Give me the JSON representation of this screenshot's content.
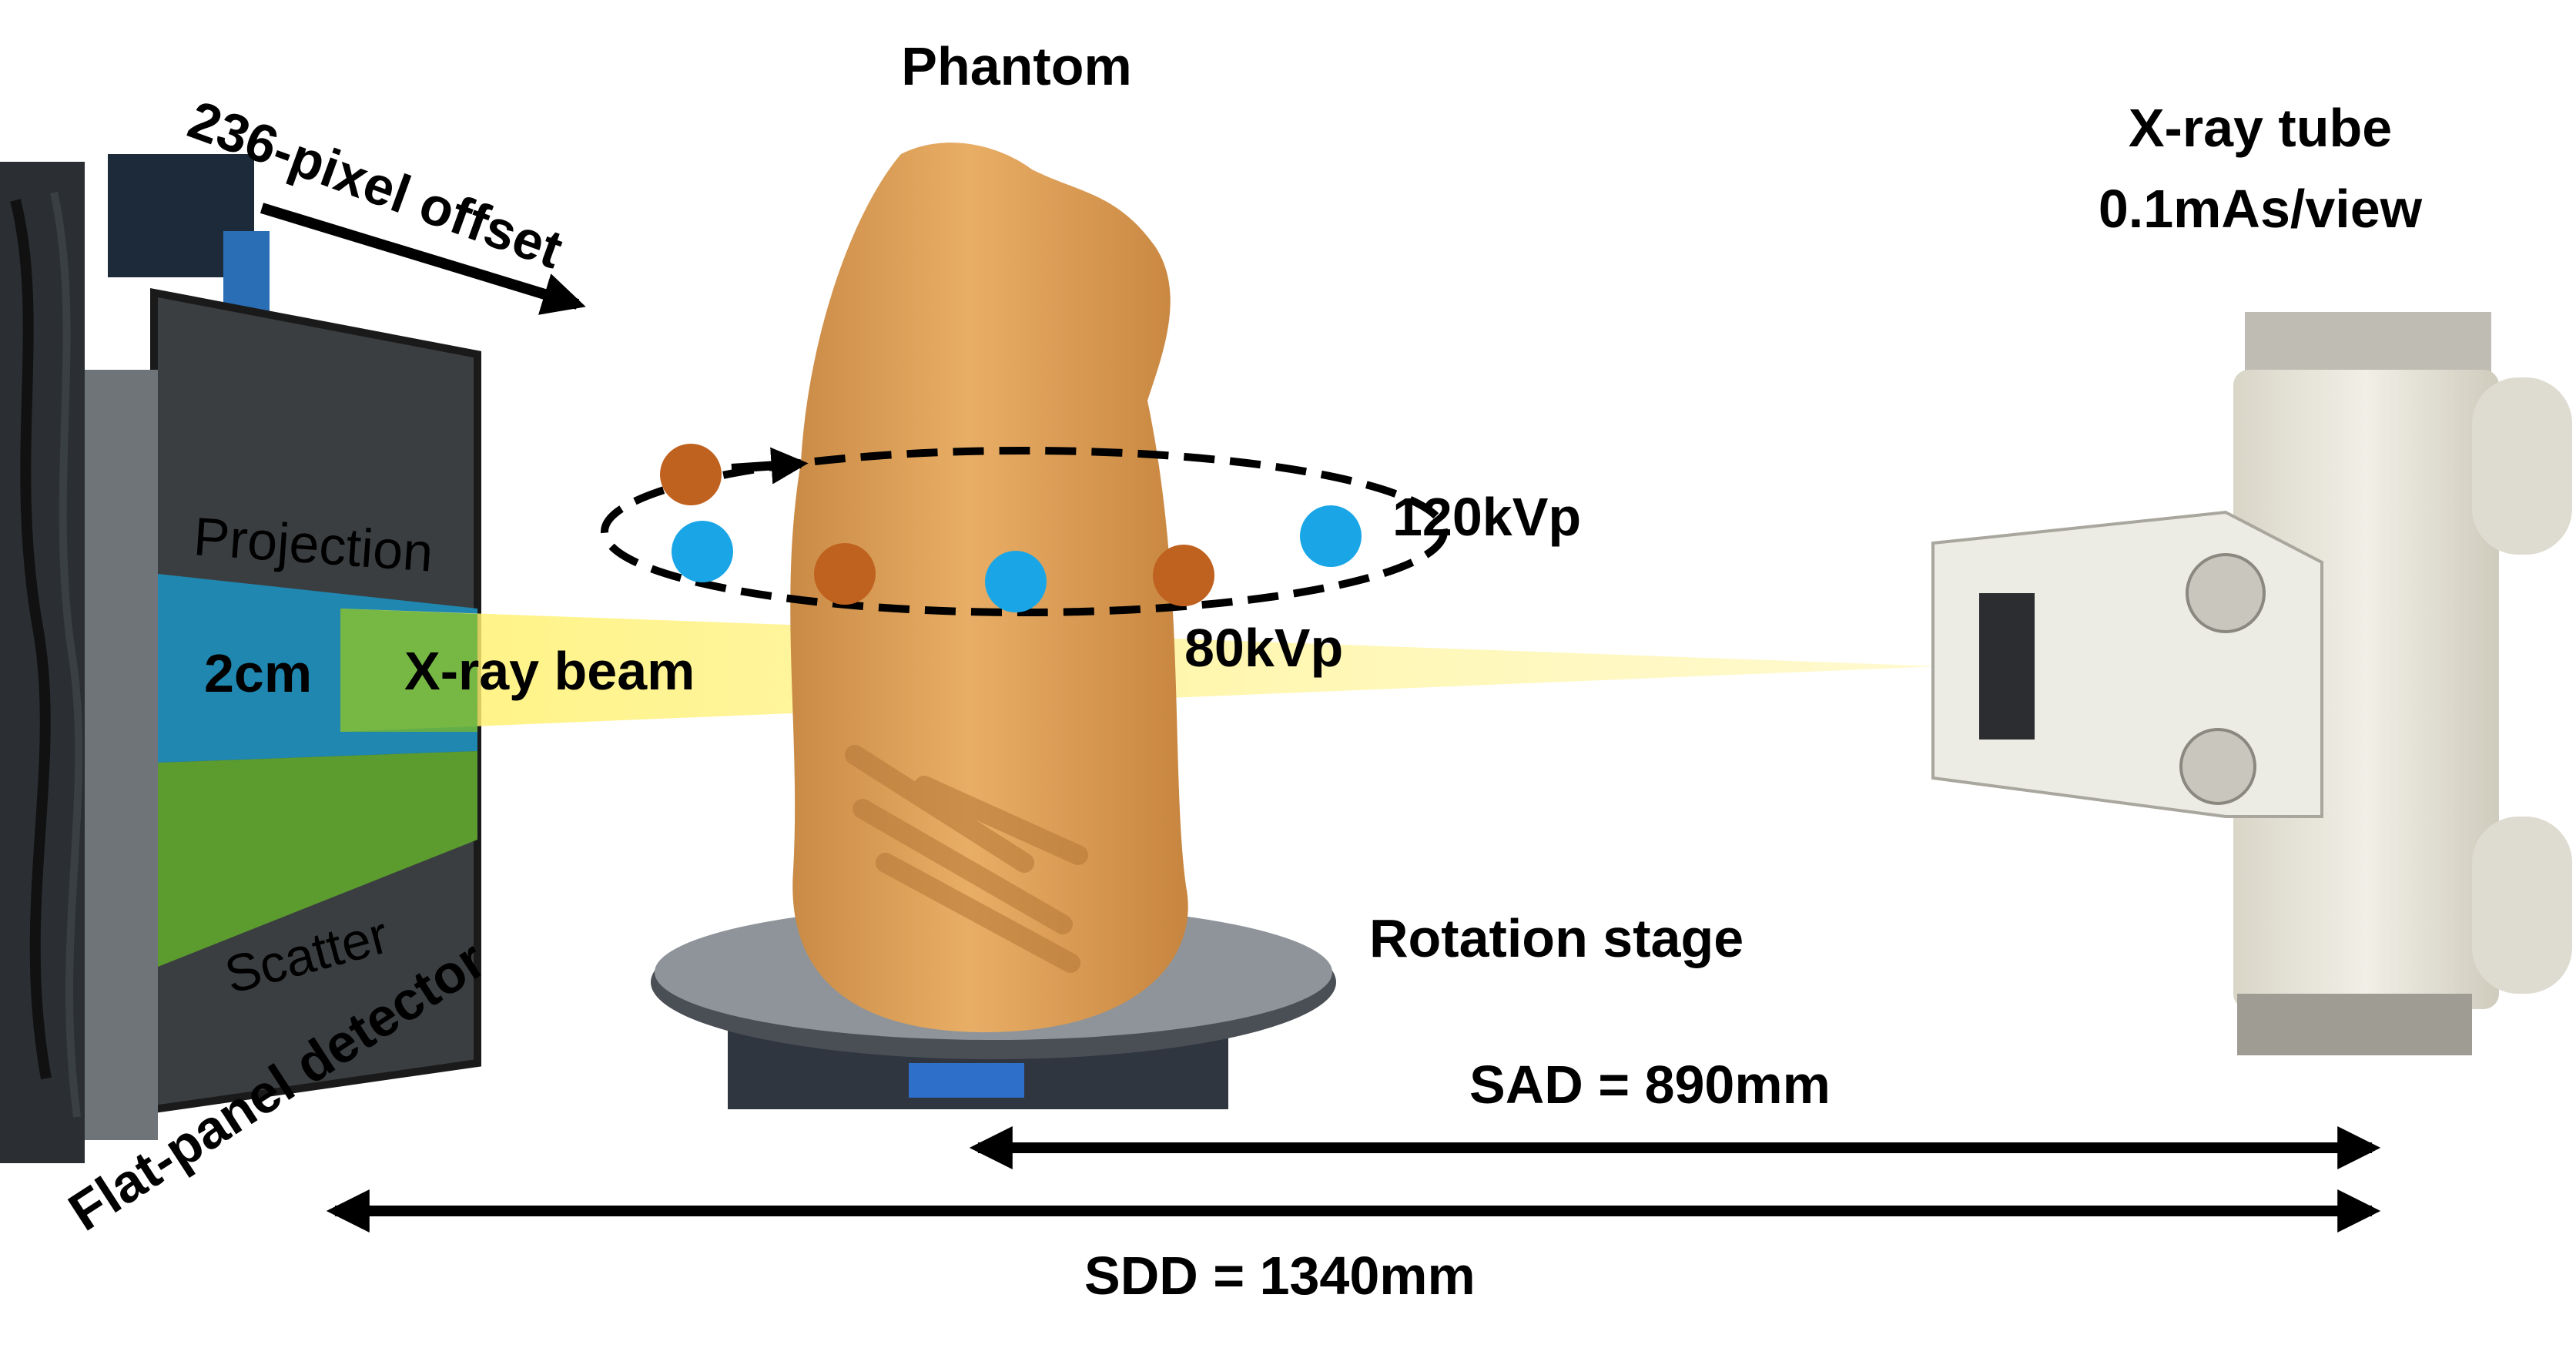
{
  "labels": {
    "phantom": "Phantom",
    "offset": "236-pixel offset",
    "xray_tube_line1": "X-ray tube",
    "xray_tube_line2": "0.1mAs/view",
    "projection": "Projection",
    "two_cm": "2cm",
    "xray_beam": "X-ray beam",
    "kvp_high": "120kVp",
    "kvp_low": "80kVp",
    "scatter": "Scatter",
    "detector": "Flat-panel detector",
    "rotation_stage": "Rotation stage",
    "sad": "SAD = 890mm",
    "sdd": "SDD = 1340mm"
  },
  "colors": {
    "kvp_high": "#1aa6e6",
    "kvp_low": "#c0621f",
    "projection_text": "#35a9e3",
    "scatter_text": "#8cc63f",
    "projection_band": "#1f87b0",
    "scatter_band": "#5c9c2e",
    "beam": "#fff38a",
    "phantom": "#e0a25a"
  }
}
